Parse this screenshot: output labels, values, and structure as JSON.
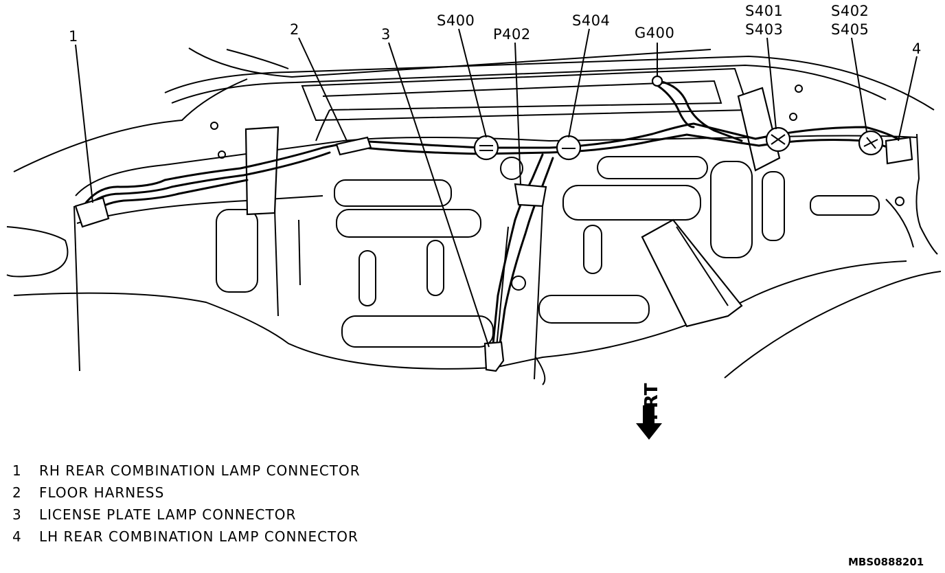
{
  "callouts": {
    "num1": "1",
    "num2": "2",
    "num3": "3",
    "num4": "4",
    "s400": "S400",
    "p402": "P402",
    "s404": "S404",
    "g400": "G400",
    "s401": "S401",
    "s403": "S403",
    "s402": "S402",
    "s405": "S405"
  },
  "direction_label": "FRT",
  "legend": [
    {
      "num": "1",
      "text": "RH REAR COMBINATION LAMP CONNECTOR"
    },
    {
      "num": "2",
      "text": "FLOOR HARNESS"
    },
    {
      "num": "3",
      "text": "LICENSE PLATE LAMP CONNECTOR"
    },
    {
      "num": "4",
      "text": "LH REAR COMBINATION LAMP CONNECTOR"
    }
  ],
  "figure_code": "MBS0888201"
}
